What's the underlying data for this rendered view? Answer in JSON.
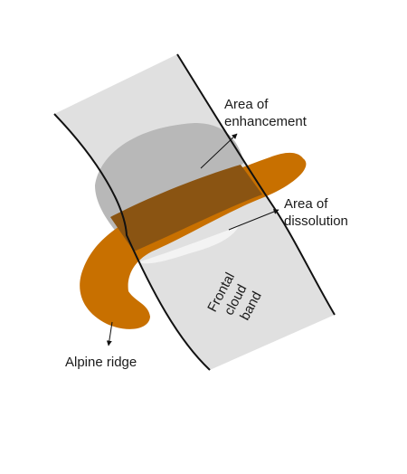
{
  "diagram": {
    "labels": {
      "enhancement": [
        "Area of",
        "enhancement"
      ],
      "dissolution": [
        "Area of",
        "dissolution"
      ],
      "frontal_band": [
        "Frontal",
        "cloud",
        "band"
      ],
      "alpine_ridge": "Alpine ridge"
    },
    "colors": {
      "band_fill": "#e0e0e0",
      "band_edge": "#111111",
      "enhancement_fill": "#b8b8b8",
      "dissolution_fill": "#f3f3f3",
      "ridge_fill": "#c87000",
      "ridge_overlap": "#8a5412",
      "arrow": "#111111"
    }
  }
}
